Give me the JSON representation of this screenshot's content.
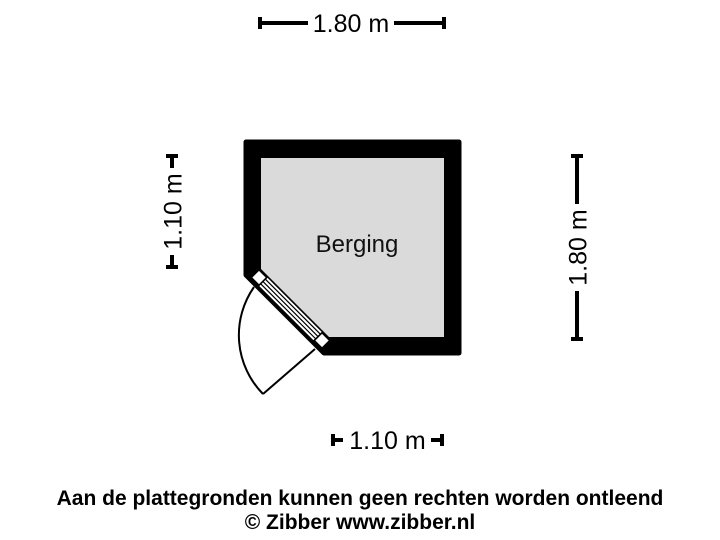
{
  "floorplan": {
    "room": {
      "label": "Berging",
      "wall_color": "#000000",
      "floor_color": "#dadada"
    },
    "dimensions": {
      "top": {
        "label": "1.80 m"
      },
      "left": {
        "label": "1.10 m"
      },
      "right": {
        "label": "1.80 m"
      },
      "bottom": {
        "label": "1.10 m"
      }
    }
  },
  "footer": {
    "disclaimer": "Aan de plattegronden kunnen geen rechten worden ontleend",
    "copyright": "© Zibber www.zibber.nl"
  }
}
